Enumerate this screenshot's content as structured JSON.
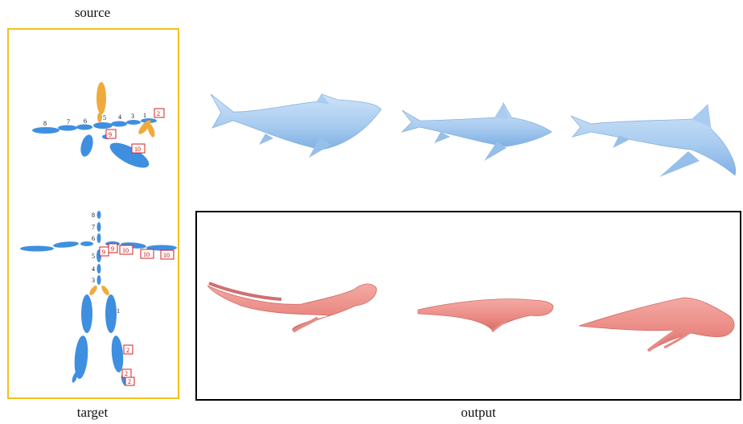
{
  "captions": {
    "source": "source",
    "target": "target",
    "output": "output"
  },
  "source_skeleton": {
    "labels": [
      "8",
      "7",
      "6",
      "5",
      "4",
      "3",
      "1"
    ],
    "boxed_labels": [
      "2",
      "9",
      "10"
    ]
  },
  "target_skeleton": {
    "spine_labels": [
      "8",
      "7",
      "6",
      "5",
      "4",
      "3"
    ],
    "arm_boxed_labels": [
      "9",
      "9",
      "10",
      "10",
      "10"
    ],
    "leg_label": "1",
    "leg_boxed_labels": [
      "2",
      "2",
      "2"
    ]
  },
  "colors": {
    "source_frame": "#f2c21b",
    "skeleton_blue": "#3f8fe0",
    "skeleton_orange": "#f0aa3c",
    "shark": "#a9ccf0",
    "human": "#eb8a84",
    "label_box": "#d42020"
  }
}
